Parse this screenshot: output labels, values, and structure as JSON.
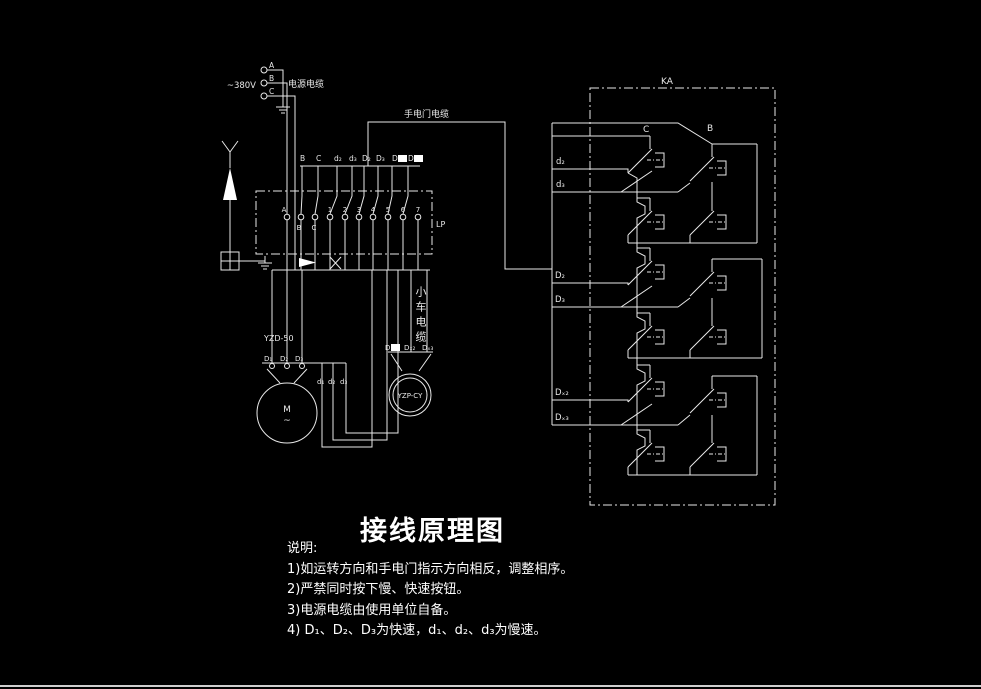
{
  "colors": {
    "background": "#000000",
    "line": "#e8e8e8",
    "text": "#ffffff"
  },
  "power_input": {
    "voltage_label": "~380V",
    "cable_label": "电源电缆",
    "phases": [
      "A",
      "B",
      "C"
    ]
  },
  "pendant": {
    "cable_label": "手电门电缆"
  },
  "trolley": {
    "cable_label": "小车电缆"
  },
  "lp_box": {
    "label": "LP",
    "strip_labels": [
      "B",
      "C",
      "d₂",
      "d₃",
      "D₂",
      "D₃",
      "Dₓ₂",
      "Dₓ₃"
    ],
    "terminal_labels": [
      "A",
      "B",
      "C",
      "1",
      "2",
      "3",
      "4",
      "5",
      "6",
      "7"
    ]
  },
  "ka_box": {
    "label": "KA",
    "row_labels": [
      "d₂",
      "d₃",
      "D₂",
      "D₃",
      "Dₓ₂",
      "Dₓ₃"
    ],
    "contact_c_label": "C",
    "contact_b_label": "B"
  },
  "main_motor": {
    "model": "YZD-50",
    "terminals": [
      "D₁",
      "D₂",
      "D₃"
    ],
    "wire_labels": [
      "d₁",
      "d₂",
      "d₃"
    ],
    "symbol": "M",
    "ac_symbol": "~"
  },
  "aux_motor": {
    "model": "YZP-CY",
    "terminals": [
      "Dₓ₁",
      "Dₓ₂",
      "Dₓ₃"
    ]
  },
  "title": "接线原理图",
  "notes": {
    "heading": "说明:",
    "items": [
      "1)如运转方向和手电门指示方向相反，调整相序。",
      "2)严禁同时按下慢、快速按钮。",
      "3)电源电缆由使用单位自备。",
      "4) D₁、D₂、D₃为快速，d₁、d₂、d₃为慢速。"
    ]
  }
}
